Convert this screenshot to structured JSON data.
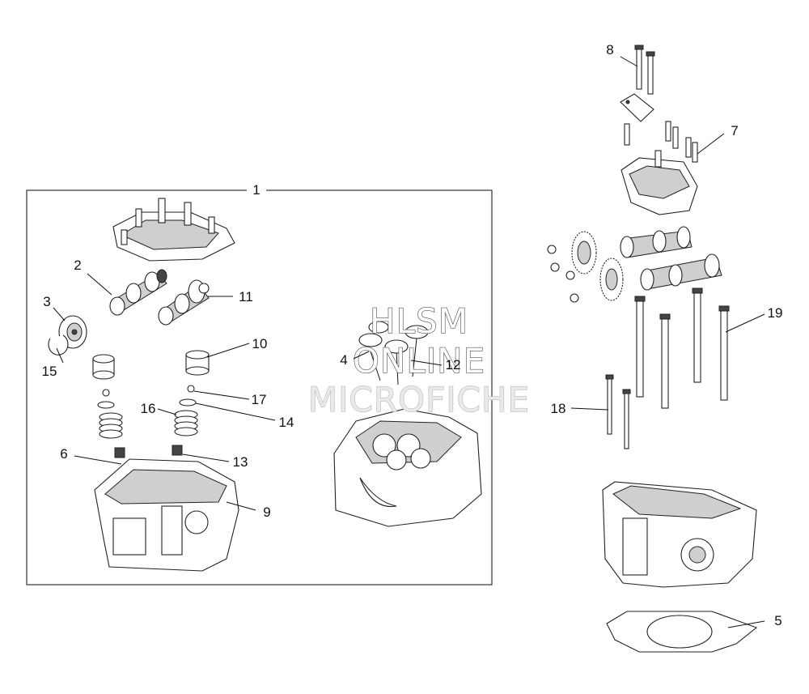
{
  "callouts": {
    "c1": "1",
    "c2": "2",
    "c3": "3",
    "c4": "4",
    "c5": "5",
    "c6": "6",
    "c7": "7",
    "c8": "8",
    "c9": "9",
    "c10": "10",
    "c11": "11",
    "c12": "12",
    "c13": "13",
    "c14": "14",
    "c15": "15",
    "c16": "16",
    "c17": "17",
    "c18": "18",
    "c19": "19"
  },
  "watermark": {
    "line1": "HLSM",
    "line2": "ONLINE",
    "line3": "MICROFICHE"
  }
}
